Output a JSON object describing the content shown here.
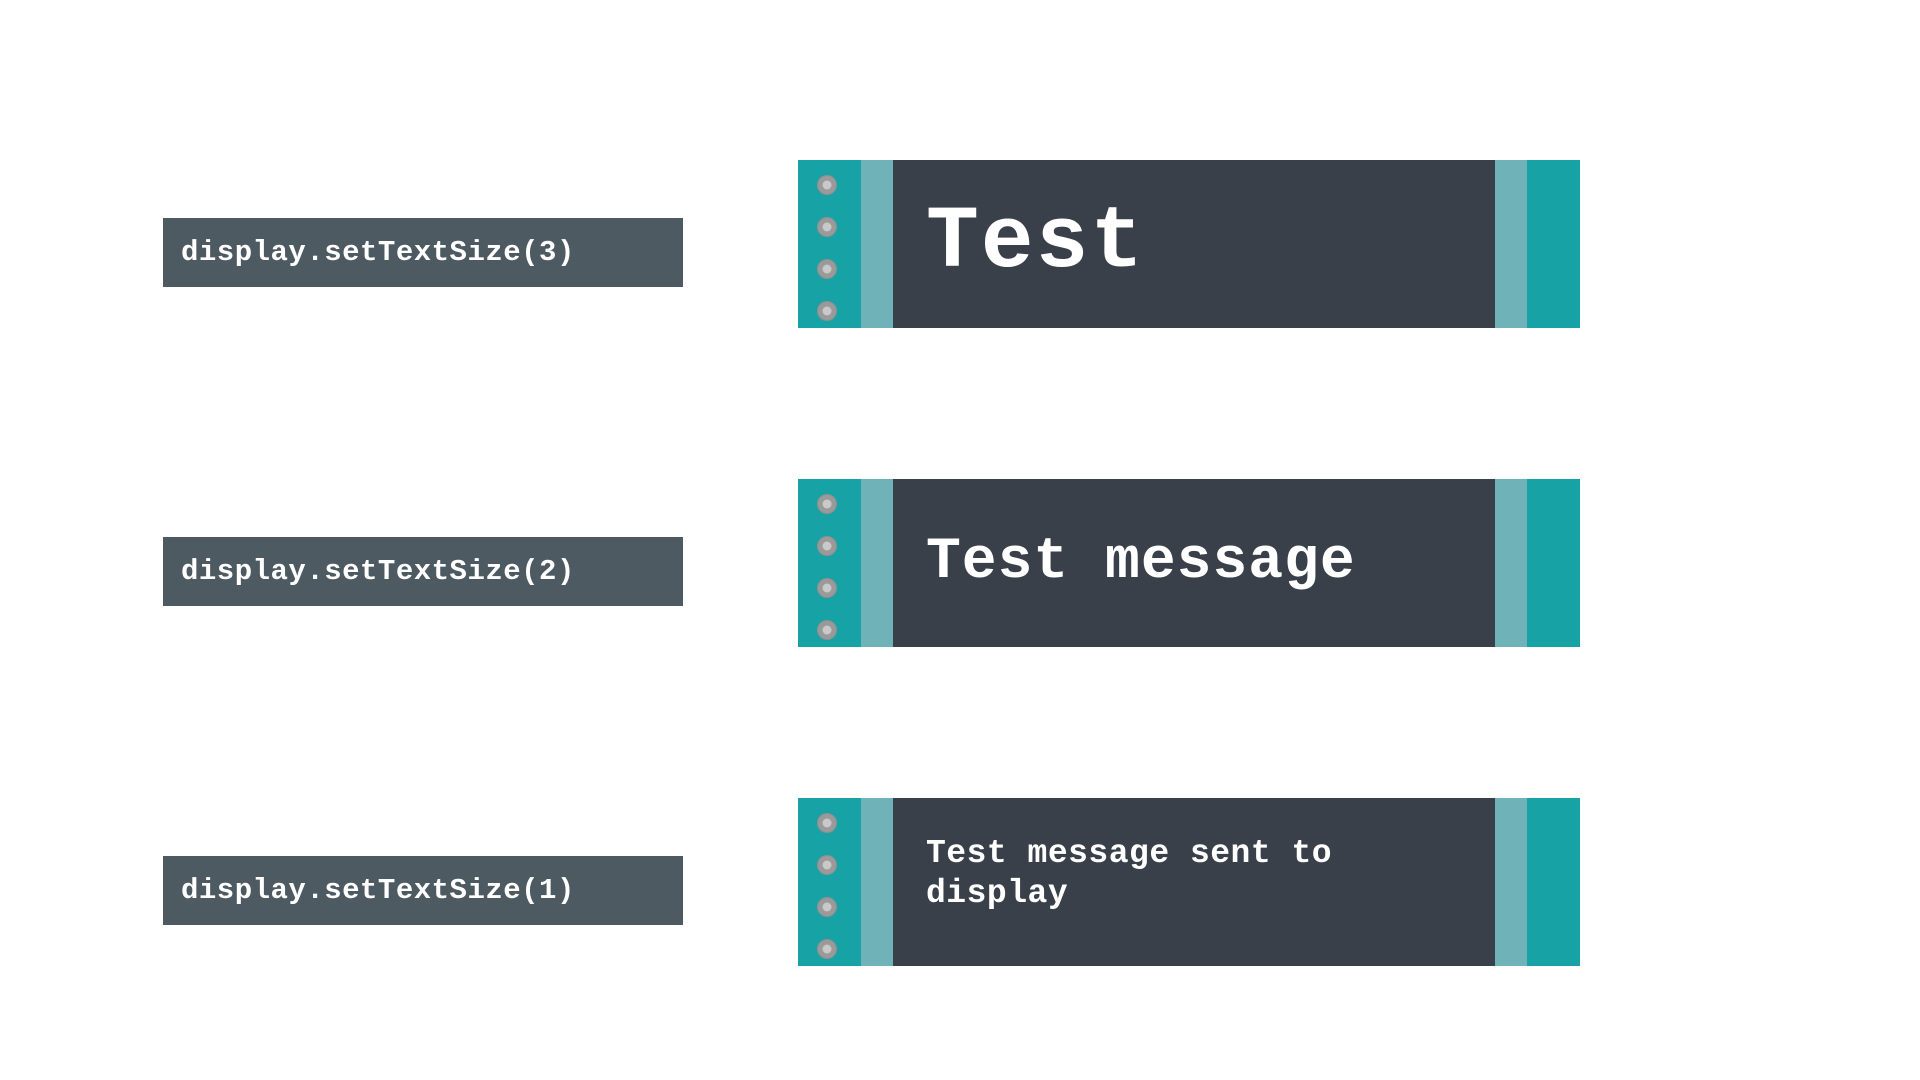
{
  "page": {
    "background_color": "#ffffff",
    "title": "display.setTextSize examples"
  },
  "palette": {
    "badge_bg": "#4d5a61",
    "badge_text": "#ffffff",
    "screen_bg": "#394049",
    "screen_text": "#ffffff",
    "rail_teal": "#17a2a6",
    "bezel_teal": "#6fb3b8",
    "pin_outer": "#9a9a9a",
    "pin_inner": "#c9c9c9"
  },
  "rows": [
    {
      "code_label": "display.setTextSize(3)",
      "text_size": 3,
      "screen_message": "Test",
      "pin_count": 4
    },
    {
      "code_label": "display.setTextSize(2)",
      "text_size": 2,
      "screen_message": "Test message",
      "pin_count": 4
    },
    {
      "code_label": "display.setTextSize(1)",
      "text_size": 1,
      "screen_message": "Test message sent to display",
      "pin_count": 4
    }
  ]
}
